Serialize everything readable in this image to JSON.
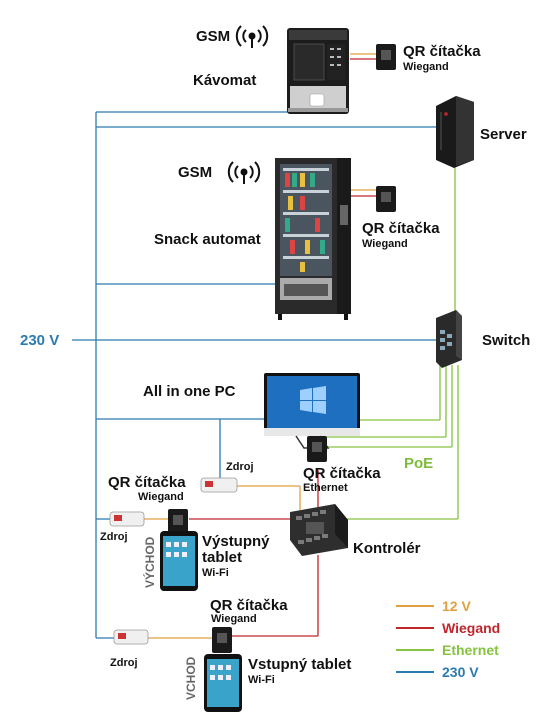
{
  "colors": {
    "v12": "#e0a040",
    "wiegand": "#c0262d",
    "ethernet": "#86c440",
    "v230": "#2c7bb0"
  },
  "labels": {
    "gsm_top": "GSM",
    "gsm_mid": "GSM",
    "kavomat": "Kávomat",
    "qr_reader": "QR čítačka",
    "wiegand": "Wiegand",
    "ethernet": "Ethernet",
    "server": "Server",
    "snack": "Snack automat",
    "v230": "230 V",
    "switch": "Switch",
    "aio_pc": "All in one PC",
    "poe": "PoE",
    "zdroj": "Zdroj",
    "kontroler": "Kontrolér",
    "exit_tablet_1": "Výstupný",
    "exit_tablet_2": "tablet",
    "wifi": "Wi-Fi",
    "vychod": "VÝCHOD",
    "entry_tablet": "Vstupný tablet",
    "vchod": "VCHOD"
  },
  "legend": [
    {
      "label": "12 V",
      "color": "#e0a040"
    },
    {
      "label": "Wiegand",
      "color": "#c0262d"
    },
    {
      "label": "Ethernet",
      "color": "#86c440"
    },
    {
      "label": "230 V",
      "color": "#2c7bb0"
    }
  ]
}
